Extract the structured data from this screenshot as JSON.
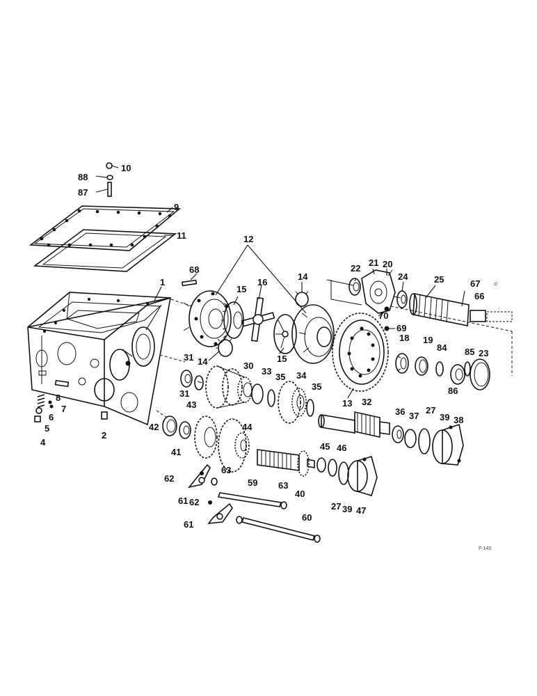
{
  "diagram": {
    "labels": {
      "p1": "1",
      "p2": "2",
      "p4": "4",
      "p5": "5",
      "p6": "6",
      "p7": "7",
      "p8": "8",
      "p9": "9",
      "p10": "10",
      "p11": "11",
      "p12": "12",
      "p13": "13",
      "p14a": "14",
      "p14b": "14",
      "p15a": "15",
      "p15b": "15",
      "p16": "16",
      "p18": "18",
      "p19": "19",
      "p20": "20",
      "p21": "21",
      "p22": "22",
      "p23": "23",
      "p24": "24",
      "p25": "25",
      "p27a": "27",
      "p27b": "27",
      "p30": "30",
      "p31a": "31",
      "p31b": "31",
      "p32": "32",
      "p33": "33",
      "p34": "34",
      "p35a": "35",
      "p35b": "35",
      "p36": "36",
      "p37": "37",
      "p38": "38",
      "p39a": "39",
      "p39b": "39",
      "p40": "40",
      "p41": "41",
      "p42": "42",
      "p43": "43",
      "p44": "44",
      "p45": "45",
      "p46": "46",
      "p47": "47",
      "p59": "59",
      "p60": "60",
      "p61a": "61",
      "p61b": "61",
      "p62a": "62",
      "p62b": "62",
      "p63a": "63",
      "p63b": "63",
      "p66": "66",
      "p67": "67",
      "p68": "68",
      "p69": "69",
      "p70": "70",
      "p84": "84",
      "p85": "85",
      "p86": "86",
      "p87": "87",
      "p88": "88"
    },
    "drawing_code": "F-145"
  }
}
